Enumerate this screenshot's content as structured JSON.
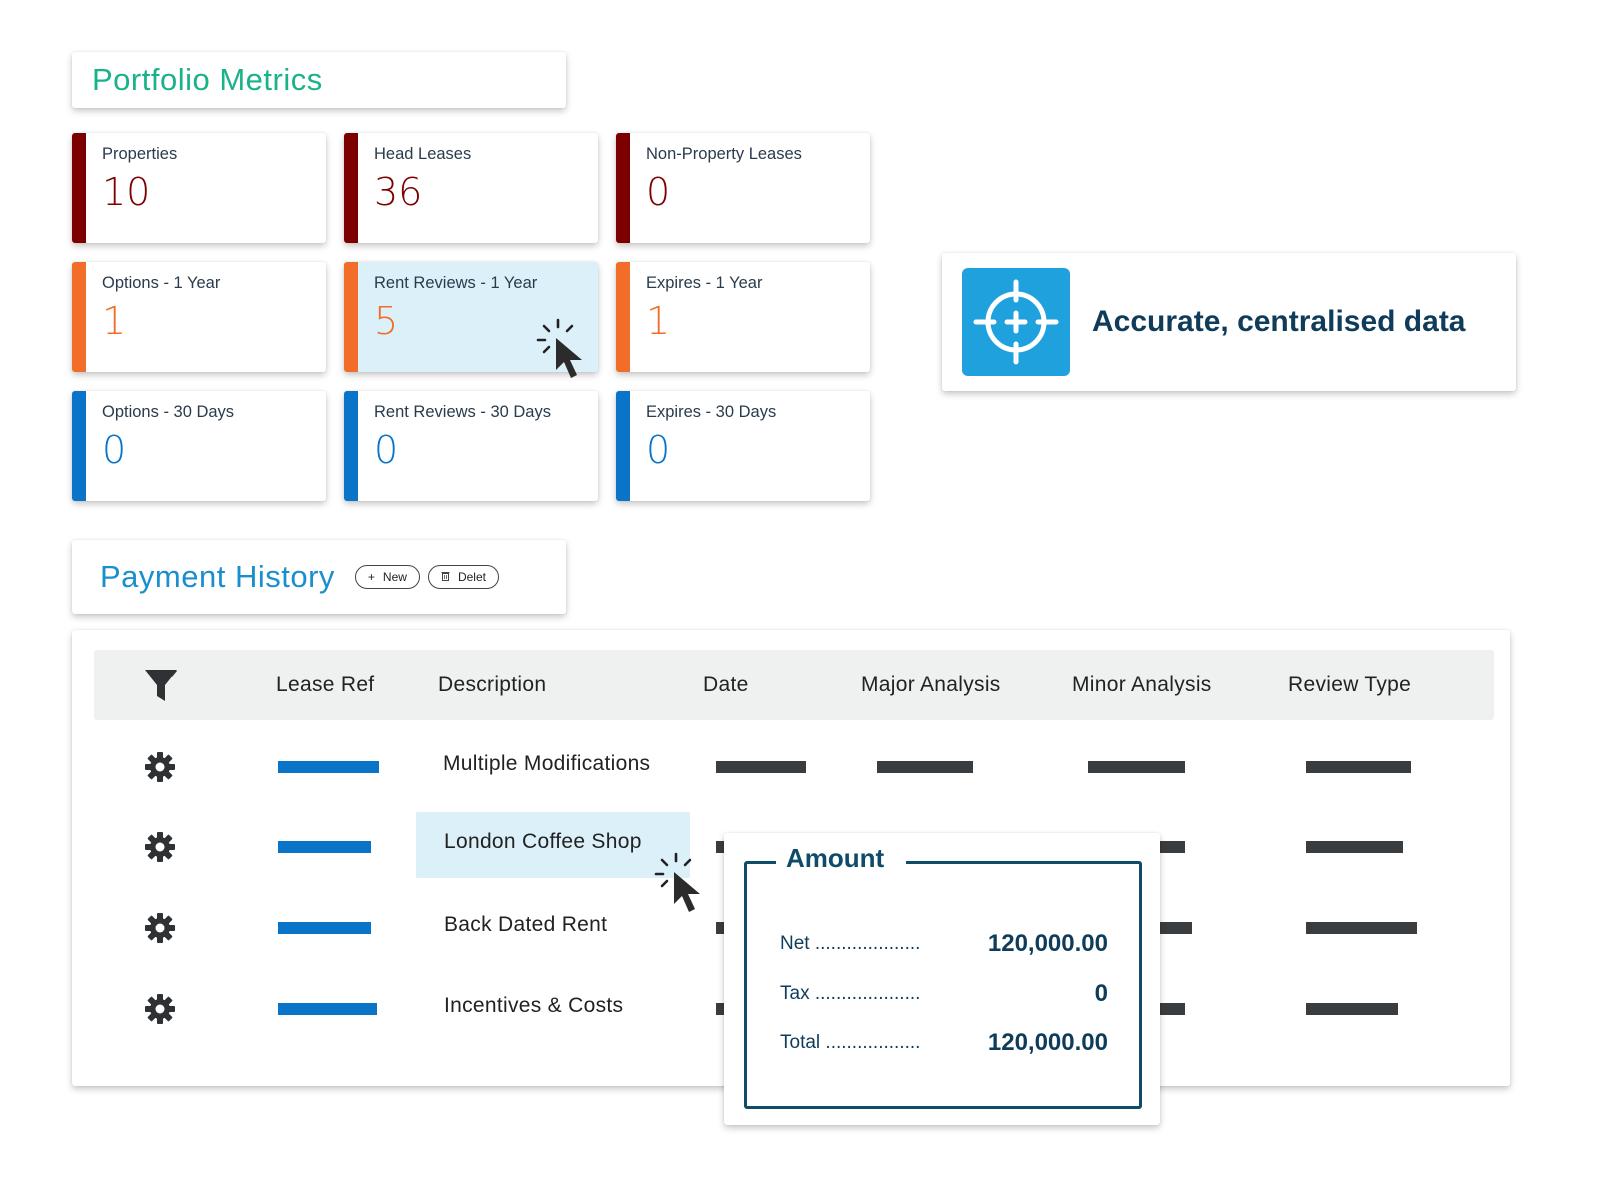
{
  "portfolio": {
    "title": "Portfolio Metrics",
    "metrics": [
      {
        "label": "Properties",
        "value": "10",
        "color": "red"
      },
      {
        "label": "Head Leases",
        "value": "36",
        "color": "red"
      },
      {
        "label": "Non-Property Leases",
        "value": "0",
        "color": "red"
      },
      {
        "label": "Options - 1 Year",
        "value": "1",
        "color": "orange"
      },
      {
        "label": "Rent Reviews - 1 Year",
        "value": "5",
        "color": "orange",
        "highlighted": true
      },
      {
        "label": "Expires - 1 Year",
        "value": "1",
        "color": "orange"
      },
      {
        "label": "Options - 30 Days",
        "value": "0",
        "color": "blue"
      },
      {
        "label": "Rent Reviews - 30 Days",
        "value": "0",
        "color": "blue"
      },
      {
        "label": "Expires - 30 Days",
        "value": "0",
        "color": "blue"
      }
    ]
  },
  "feature": {
    "text": "Accurate, centralised data",
    "icon": "target-icon"
  },
  "payment_history": {
    "title": "Payment History",
    "new_label": "New",
    "delete_label": "Delet",
    "columns": [
      "Lease Ref",
      "Description",
      "Date",
      "Major Analysis",
      "Minor Analysis",
      "Review Type"
    ],
    "rows": [
      {
        "description": "Multiple Modifications"
      },
      {
        "description": "London Coffee Shop",
        "highlighted": true
      },
      {
        "description": "Back Dated Rent"
      },
      {
        "description": "Incentives & Costs"
      }
    ]
  },
  "amount": {
    "title": "Amount",
    "net_label": "Net ....................",
    "net_value": "120,000.00",
    "tax_label": "Tax ....................",
    "tax_value": "0",
    "total_label": "Total ..................",
    "total_value": "120,000.00"
  },
  "colors": {
    "green_title": "#1ab28a",
    "blue_title": "#1a8fcd",
    "red": "#7d0000",
    "orange": "#f26c2a",
    "blue": "#0a74c9",
    "navy": "#0f3c5a"
  }
}
